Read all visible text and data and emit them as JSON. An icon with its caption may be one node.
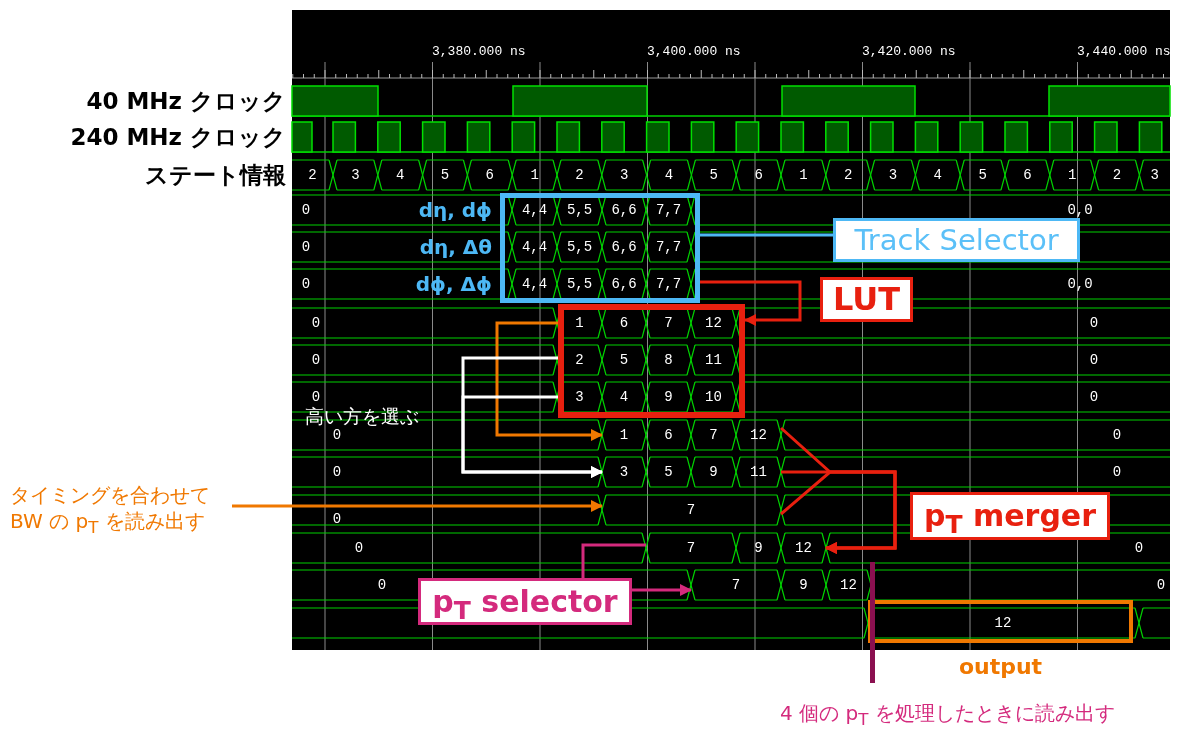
{
  "diagram": {
    "nodes": [
      {
        "text": [
          "4,4",
          "5,5",
          "6,6",
          "7,7",
          "4,4",
          "5,5",
          "6,6",
          "7,7",
          "4,4",
          "5,5",
          "6,6",
          "7,7"
        ],
        "beside": [
          "dη, dϕ",
          "dη, Δθ",
          "dϕ, Δϕ"
        ]
      },
      {
        "text": [
          "Track Selector"
        ]
      },
      {
        "text": [
          "1",
          "6",
          "7",
          "12",
          "2",
          "5",
          "8",
          "11",
          "3",
          "4",
          "9",
          "10"
        ]
      },
      {
        "text": [
          "LUT"
        ]
      },
      {
        "text": [
          "1",
          "6",
          "7",
          "12"
        ]
      },
      {
        "text": [
          "3",
          "5",
          "9",
          "11"
        ]
      },
      {
        "text": [
          "7"
        ]
      },
      {
        "text": [
          "7",
          "9",
          "12"
        ]
      },
      {
        "text": [
          "7",
          "9",
          "12"
        ]
      },
      {
        "text": [
          "12",
          "output"
        ]
      },
      {
        "text": [
          "p$_{T}$ merger"
        ]
      },
      {
        "text": [
          "p$_{T}$ selector"
        ]
      },
      {
        "text": [
          "タイミングを合わせて BW の p$_{T}$ を読み出す"
        ]
      }
    ],
    "edges": [
      {
        "from": 0,
        "to": 1,
        "arrow": "none",
        "color": "#4db8f5"
      },
      {
        "from": 0,
        "to": 2,
        "arrow": "to"
      },
      {
        "from": 2,
        "to": 4,
        "arrow": "to",
        "color": "#f07800"
      },
      {
        "from": 2,
        "to": 5,
        "arrow": "to",
        "color": "#ffffff"
      },
      {
        "from": 2,
        "to": 5,
        "arrow": "to",
        "color": "#ffffff"
      },
      {
        "from": 12,
        "to": 6,
        "arrow": "to",
        "color": "#f07800"
      },
      {
        "from": 4,
        "to": 7,
        "arrow": "to"
      },
      {
        "from": 5,
        "to": 7,
        "arrow": "to"
      },
      {
        "from": 6,
        "to": 7,
        "arrow": "to"
      },
      {
        "from": 7,
        "to": 11,
        "arrow": "none",
        "color": "#d42a7d"
      },
      {
        "from": 11,
        "to": 8,
        "arrow": "to",
        "color": "#d42a7d"
      }
    ],
    "labels": [
      "3,380.000 ns",
      "3,400.000 ns",
      "3,420.000 ns",
      "3,440.000 ns",
      "40 MHz クロック",
      "240 MHz クロック",
      "ステート情報",
      "2",
      "3",
      "4",
      "5",
      "6",
      "1",
      "2",
      "3",
      "4",
      "5",
      "6",
      "1",
      "2",
      "3",
      "4",
      "5",
      "6",
      "1",
      "2",
      "3",
      "0",
      "0,0",
      "0",
      "0",
      "0,0",
      "0",
      "0",
      "0",
      "0",
      "0",
      "0",
      "高い方を選ぶ",
      "0",
      "0",
      "0",
      "0",
      "0",
      "0",
      "0",
      "0",
      "0",
      "4 個の p$_{T}$ を処理したときに読み出す"
    ]
  }
}
